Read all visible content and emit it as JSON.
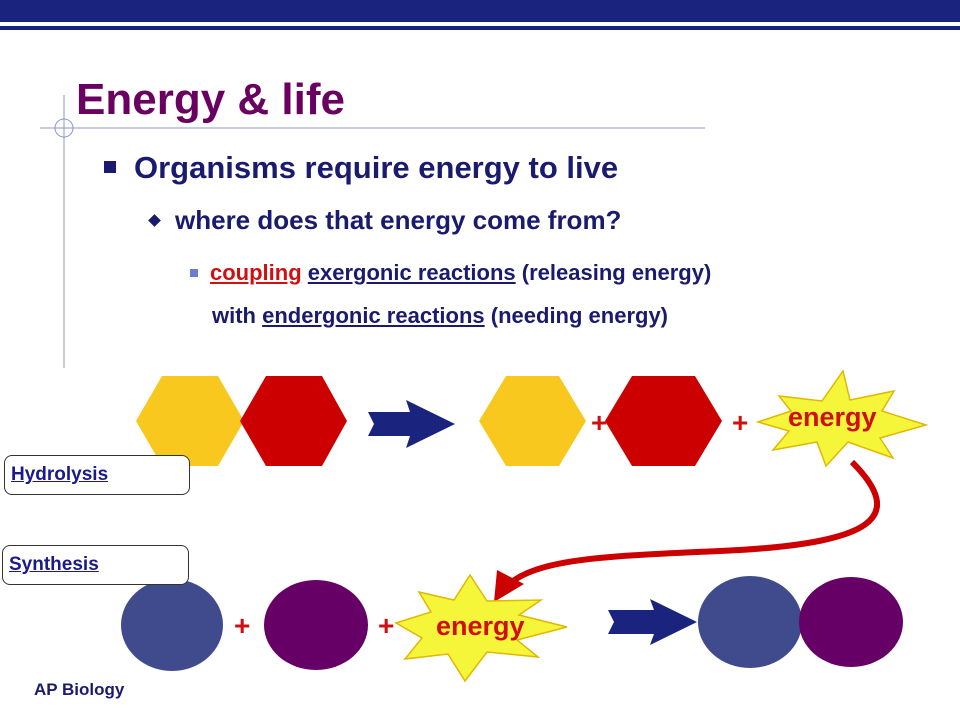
{
  "slide": {
    "title": "Energy & life",
    "bullet1": "Organisms require energy to live",
    "bullet2": "where does that energy come from?",
    "bullet3": {
      "coupling": "coupling",
      "exergonic": "exergonic reactions",
      "releasing": "(releasing energy)",
      "with": "with",
      "endergonic": "endergonic reactions",
      "needing": "(needing energy)"
    },
    "footer": "AP Biology"
  },
  "diagram": {
    "hydrolysis_label": "Hydrolysis",
    "synthesis_label": "Synthesis",
    "plus": "+",
    "energy": "energy",
    "colors": {
      "yellow": "#f9c81e",
      "red": "#cc0000",
      "blue": "#3f4b8c",
      "purple": "#660066",
      "arrow": "#1a237e",
      "burst": "#f5f53a"
    }
  }
}
